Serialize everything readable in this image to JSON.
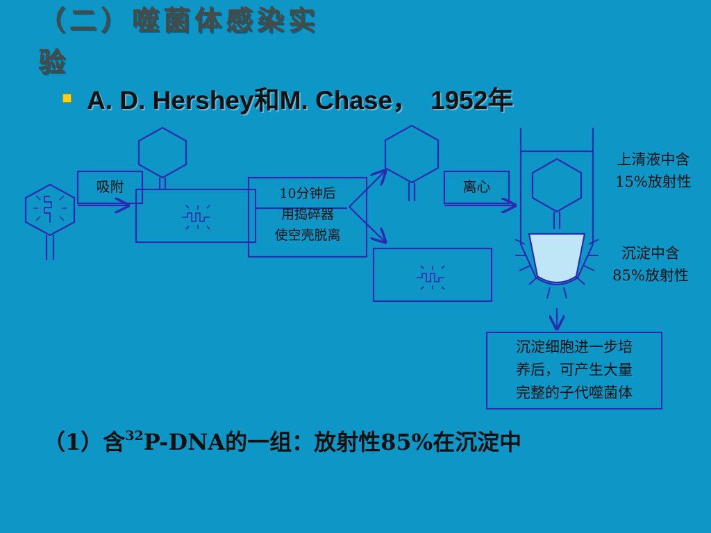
{
  "title": {
    "line1": "（二）噬菌体感染实",
    "line2": "验"
  },
  "bullet": {
    "authors": "A. D. Hershey和M. Chase，",
    "year": "1952年"
  },
  "diagram": {
    "adsorb_label": "吸附",
    "blend_lines": [
      "10分钟后",
      "用捣碎器",
      "使空壳脱离"
    ],
    "centrifuge_label": "离心",
    "supernatant_lines": [
      "上清液中含",
      "15%放射性"
    ],
    "pellet_lines": [
      "沉淀中含",
      "85%放射性"
    ],
    "result_lines": [
      "沉淀细胞进一步培",
      "养后，可产生大量",
      "完整的子代噬菌体"
    ]
  },
  "conclusion": {
    "prefix": "（1）含",
    "isotope_mass": "32",
    "suffix": "P-DNA的一组：放射性85%在沉淀中"
  },
  "colors": {
    "background": "#0e96c7",
    "line": "#2a2ab0",
    "pellet": "#bfe6f7",
    "bullet": "#f2d21a"
  }
}
